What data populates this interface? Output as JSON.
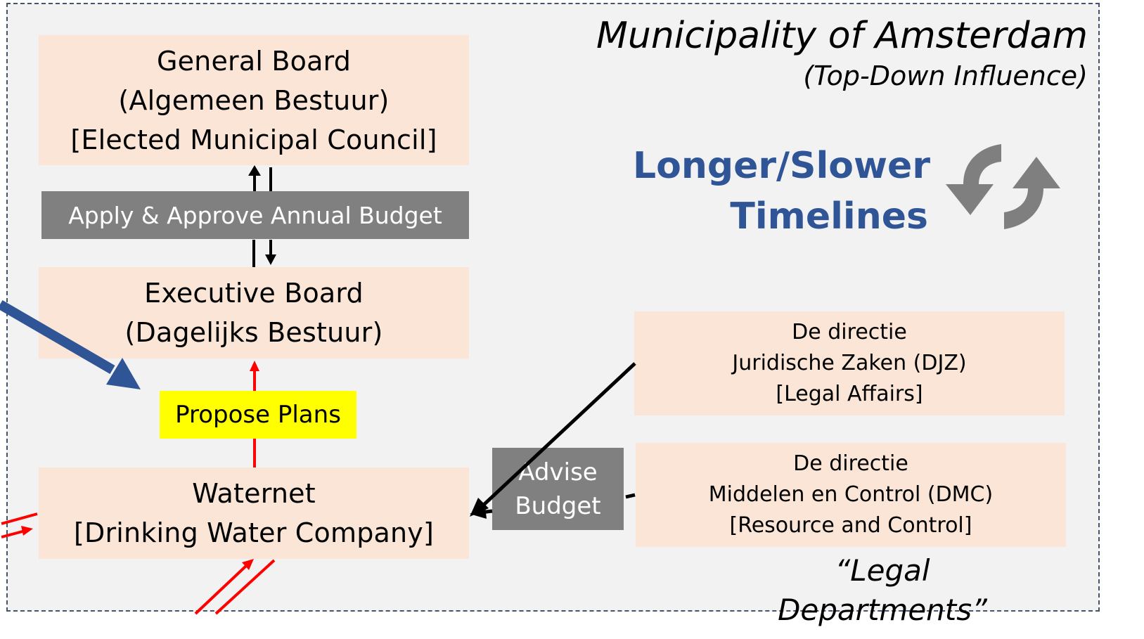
{
  "header": {
    "title": "Municipality of Amsterdam",
    "subtitle": "(Top-Down Influence)"
  },
  "timelines": {
    "line1": "Longer/Slower",
    "line2": "Timelines",
    "icon": "cycle-arrows-icon"
  },
  "boxes": {
    "general_board": {
      "line1": "General Board",
      "line2": "(Algemeen Bestuur)",
      "line3": "[Elected Municipal Council]"
    },
    "budget_label": "Apply & Approve Annual Budget",
    "executive_board": {
      "line1": "Executive Board",
      "line2": "(Dagelijks Bestuur)"
    },
    "propose_plans": "Propose Plans",
    "waternet": {
      "line1": "Waternet",
      "line2": "[Drinking Water Company]"
    },
    "advise_budget": {
      "line1": "Advise",
      "line2": "Budget"
    },
    "djz": {
      "line1": "De directie",
      "line2": "Juridische Zaken (DJZ)",
      "line3": "[Legal Affairs]"
    },
    "dmc": {
      "line1": "De directie",
      "line2": "Middelen en Control (DMC)",
      "line3": "[Resource and Control]"
    }
  },
  "footer_label": "“Legal Departments”",
  "colors": {
    "box_fill": "#fbe5d6",
    "grey_fill": "#808080",
    "highlight": "#ffff00",
    "blue_text": "#2f5597",
    "red_arrow": "#ff0000",
    "blue_arrow": "#2f5597",
    "frame_bg": "#f2f2f2"
  }
}
